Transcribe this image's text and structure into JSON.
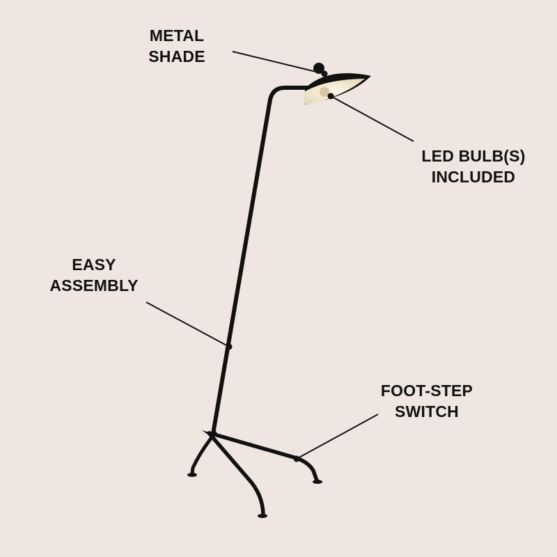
{
  "background_color": "#efe6e2",
  "lamp_color": "#111111",
  "bulb_color": "#f3ead7",
  "callouts": {
    "metal_shade": {
      "line1": "METAL",
      "line2": "SHADE"
    },
    "led_bulbs": {
      "line1": "LED BULB(S)",
      "line2": "INCLUDED"
    },
    "easy_assembly": {
      "line1": "EASY",
      "line2": "ASSEMBLY"
    },
    "foot_step_switch": {
      "line1": "FOOT-STEP",
      "line2": "SWITCH"
    }
  }
}
